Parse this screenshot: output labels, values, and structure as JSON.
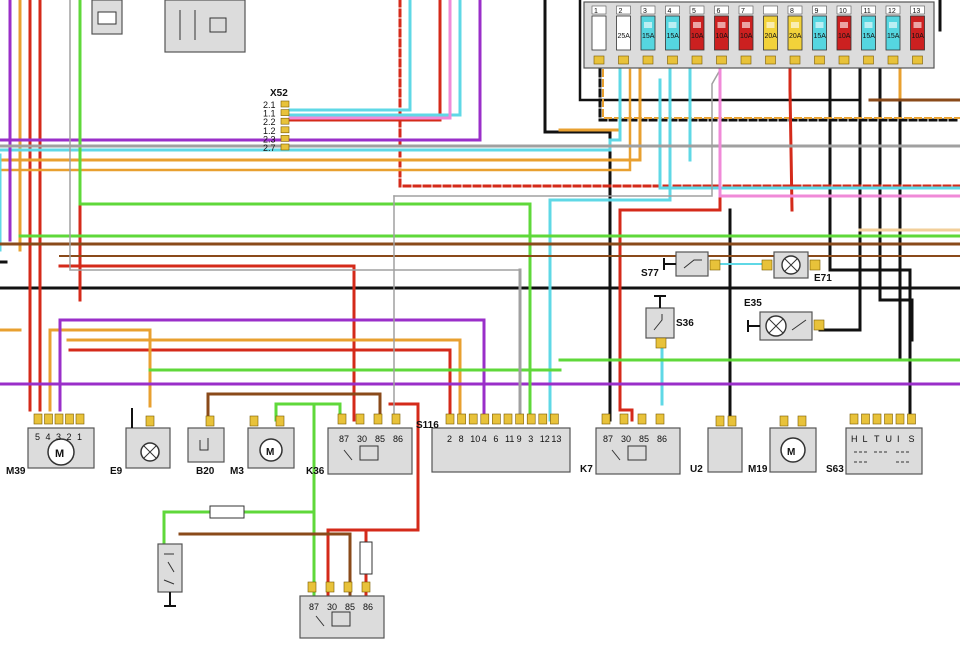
{
  "fuse_box": {
    "fuses": [
      {
        "num": "1",
        "rating": "",
        "color": "#ffffff"
      },
      {
        "num": "2",
        "rating": "25A",
        "color": "#ffffff"
      },
      {
        "num": "3",
        "rating": "15A",
        "color": "#55d6e0"
      },
      {
        "num": "4",
        "rating": "15A",
        "color": "#55d6e0"
      },
      {
        "num": "5",
        "rating": "10A",
        "color": "#cc2020"
      },
      {
        "num": "6",
        "rating": "10A",
        "color": "#cc2020"
      },
      {
        "num": "7",
        "rating": "10A",
        "color": "#cc2020"
      },
      {
        "num": "",
        "rating": "20A",
        "color": "#f2d23a"
      },
      {
        "num": "8",
        "rating": "20A",
        "color": "#f2d23a"
      },
      {
        "num": "9",
        "rating": "15A",
        "color": "#55d6e0"
      },
      {
        "num": "10",
        "rating": "10A",
        "color": "#cc2020"
      },
      {
        "num": "11",
        "rating": "15A",
        "color": "#55d6e0"
      },
      {
        "num": "12",
        "rating": "15A",
        "color": "#55d6e0"
      },
      {
        "num": "13",
        "rating": "10A",
        "color": "#cc2020"
      }
    ]
  },
  "x52": {
    "label": "X52",
    "pins": [
      "2.1",
      "1.1",
      "2.2",
      "1.2",
      "2.3",
      "2.7"
    ]
  },
  "components": {
    "m39": {
      "label": "M39",
      "pins": [
        "5",
        "4",
        "3",
        "2",
        "1"
      ]
    },
    "e9": {
      "label": "E9"
    },
    "b20": {
      "label": "B20"
    },
    "m3": {
      "label": "M3"
    },
    "k36": {
      "label": "K36",
      "pins": [
        "87",
        "30",
        "85",
        "86"
      ]
    },
    "s116": {
      "label": "S116",
      "pins": [
        "2",
        "8",
        "10",
        "4",
        "6",
        "11",
        "9",
        "3",
        "12",
        "13"
      ]
    },
    "k7": {
      "label": "K7",
      "pins": [
        "87",
        "30",
        "85",
        "86"
      ]
    },
    "u2": {
      "label": "U2"
    },
    "m19": {
      "label": "M19"
    },
    "s63": {
      "label": "S63",
      "pins": [
        "H",
        "L",
        "T",
        "U",
        "I",
        "S"
      ]
    },
    "s77": {
      "label": "S77"
    },
    "e71": {
      "label": "E71"
    },
    "s36": {
      "label": "S36"
    },
    "e35": {
      "label": "E35"
    },
    "relay_bottom": {
      "pins": [
        "87",
        "30",
        "85",
        "86"
      ]
    }
  },
  "wire_colors": {
    "black": "#111111",
    "red": "#d42a1a",
    "orange": "#e8a030",
    "cyan": "#5fd8e6",
    "purple": "#9a2fc9",
    "green": "#5fd83a",
    "brown": "#8a4a1a",
    "grey": "#a0a0a0",
    "pink": "#f08ad8",
    "beige": "#f2cf9a",
    "white": "#ffffff"
  }
}
